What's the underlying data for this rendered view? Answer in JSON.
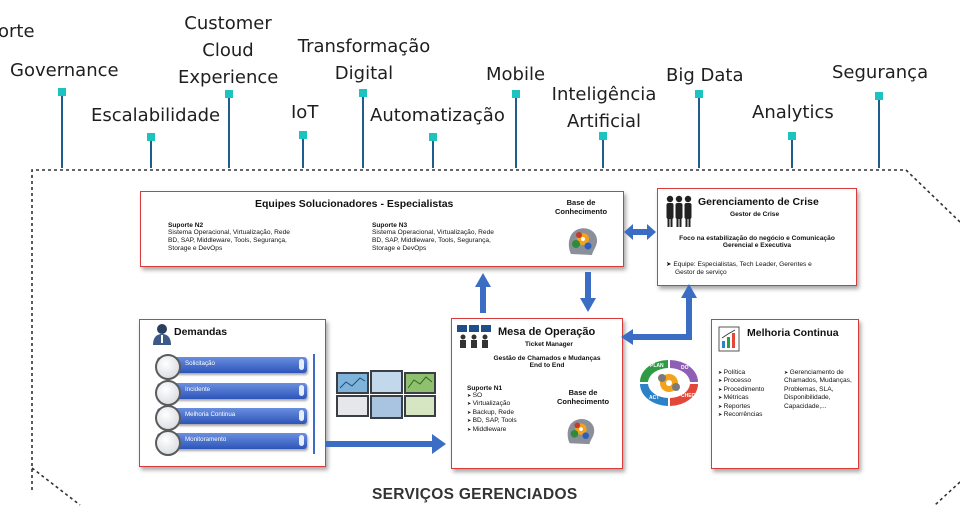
{
  "top_labels": {
    "suporte": "orte",
    "governance": "Governance",
    "escalabilidade": "Escalabilidade",
    "customer_cloud": [
      "Customer",
      "Cloud",
      "Experience"
    ],
    "iot": "IoT",
    "transformacao": [
      "Transformação",
      "Digital"
    ],
    "automatizacao": "Automatização",
    "mobile": "Mobile",
    "inteligencia": [
      "Inteligência",
      "Artificial"
    ],
    "big_data": "Big Data",
    "analytics": "Analytics",
    "seguranca": "Segurança"
  },
  "equipes": {
    "title": "Equipes Solucionadores - Especialistas",
    "n2_title": "Suporte N2",
    "n2_lines": [
      "Sistema Operacional, Virtualização, Rede",
      "BD, SAP, Middleware, Tools, Segurança,",
      "Storage e DevOps"
    ],
    "n3_title": "Suporte N3",
    "n3_lines": [
      "Sistema Operacional, Virtualização, Rede",
      "BD, SAP, Middleware, Tools, Segurança,",
      "Storage e DevOps"
    ],
    "base": [
      "Base de",
      "Conhecimento"
    ]
  },
  "crise": {
    "title": "Gerenciamento de Crise",
    "subtitle": "Gestor de Crise",
    "focus": [
      "Foco na estabilização do negócio e Comunicação",
      "Gerencial e Executiva"
    ],
    "team": [
      "Equipe: Especialistas, Tech Leader, Gerentes e",
      "Gestor de serviço"
    ]
  },
  "demandas": {
    "title": "Demandas",
    "items": [
      "Solicitação",
      "Incidente",
      "Melhoria Continua",
      "Monitoramento"
    ]
  },
  "mesa": {
    "title": "Mesa de Operação",
    "subtitle": "Ticket Manager",
    "gestao": [
      "Gestão de Chamados e Mudanças",
      "End to End"
    ],
    "n1_title": "Suporte N1",
    "n1_items": [
      "SO",
      "Virtualização",
      "Backup, Rede",
      "BD, SAP, Tools",
      "Middleware"
    ],
    "base": [
      "Base de",
      "Conhecimento"
    ]
  },
  "melhoria": {
    "title": "Melhoria Continua",
    "col1": [
      "Política",
      "Processo",
      "Procedimento",
      "Métricas",
      "Reportes",
      "Recorrências"
    ],
    "col2": [
      "Gerenciamento de Chamados, Mudanças, Problemas, SLA, Disponibilidade, Capacidade,..."
    ]
  },
  "pdca": [
    "PLAN",
    "DO",
    "CHECK",
    "ACT"
  ],
  "footer": "SERVIÇOS GERENCIADOS",
  "colors": {
    "accent": "#3c6dc4",
    "border": "#d93a3a",
    "pin": "#1dc4bf"
  }
}
